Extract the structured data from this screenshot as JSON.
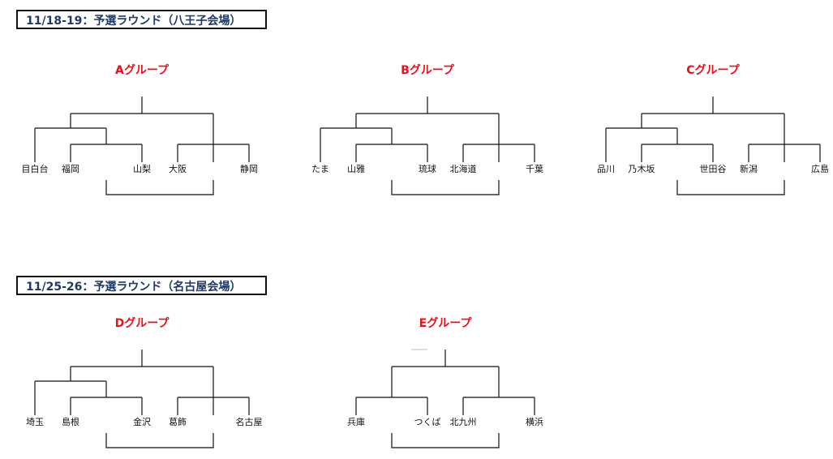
{
  "rounds": [
    {
      "label": "11/18-19：予選ラウンド（八王子会場）",
      "groups": [
        {
          "title": "Aグループ",
          "teams": [
            "目白台",
            "福岡",
            "山梨",
            "大阪",
            "静岡"
          ]
        },
        {
          "title": "Bグループ",
          "teams": [
            "たま",
            "山雅",
            "琉球",
            "北海道",
            "千葉"
          ]
        },
        {
          "title": "Cグループ",
          "teams": [
            "品川",
            "乃木坂",
            "世田谷",
            "新潟",
            "広島"
          ]
        }
      ]
    },
    {
      "label": "11/25-26：予選ラウンド（名古屋会場）",
      "groups": [
        {
          "title": "Dグループ",
          "teams": [
            "埼玉",
            "島根",
            "金沢",
            "葛飾",
            "名古屋"
          ]
        },
        {
          "title": "Eグループ",
          "teams": [
            "兵庫",
            "つくば",
            "北九州",
            "横浜"
          ]
        }
      ]
    }
  ],
  "colors": {
    "group_title": "#e8101a",
    "round_label": "#1f3864",
    "lines": "#111111"
  }
}
